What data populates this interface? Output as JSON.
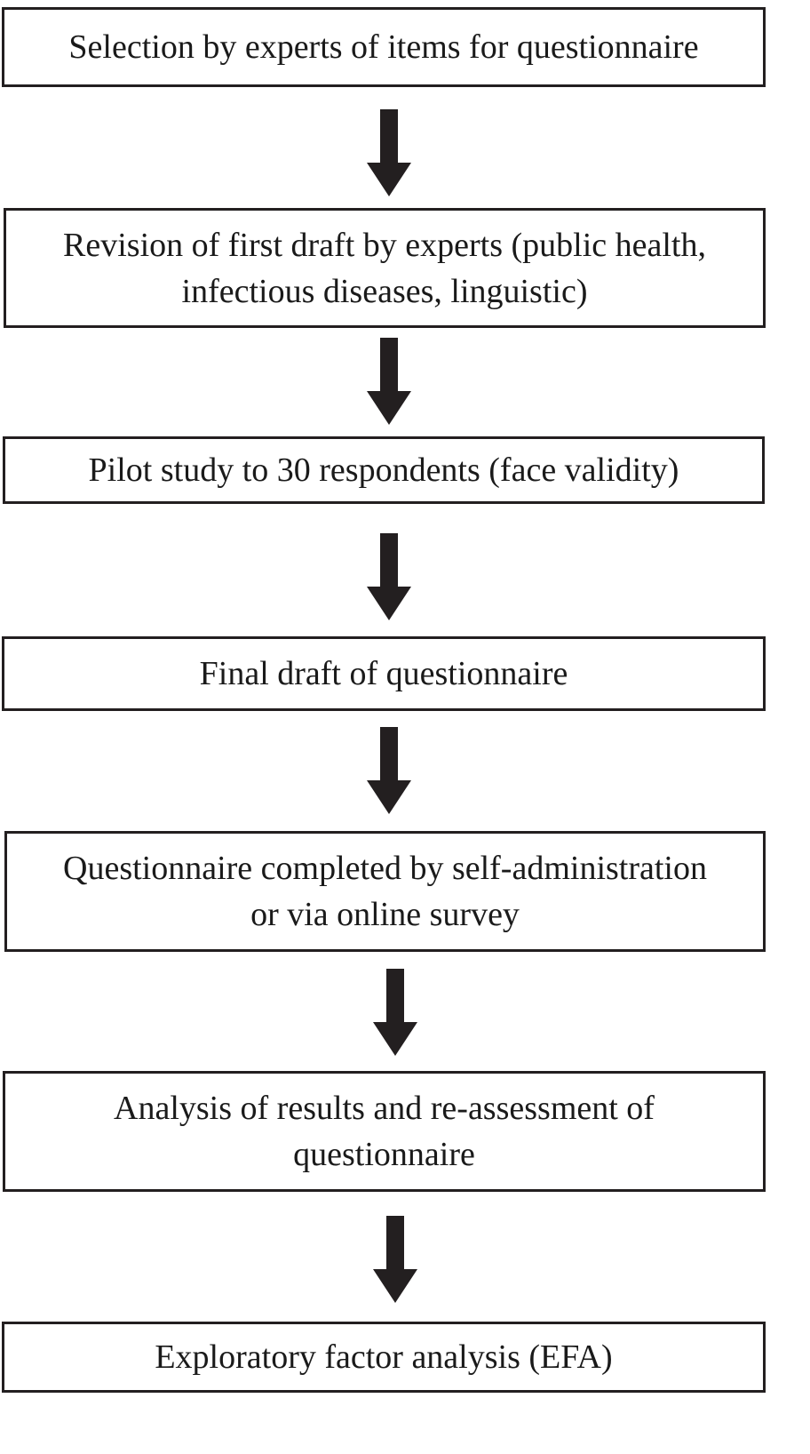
{
  "diagram": {
    "steps": [
      {
        "lines": [
          "Selection by experts of items for questionnaire"
        ]
      },
      {
        "lines": [
          "Revision of first draft by experts (public health,",
          "infectious diseases, linguistic)"
        ]
      },
      {
        "lines": [
          "Pilot study to 30 respondents (face validity)"
        ]
      },
      {
        "lines": [
          "Final draft of questionnaire"
        ]
      },
      {
        "lines": [
          "Questionnaire completed by self-administration",
          "or via online survey"
        ]
      },
      {
        "lines": [
          "Analysis of results and re-assessment of",
          "questionnaire"
        ]
      },
      {
        "lines": [
          "Exploratory factor analysis (EFA)"
        ]
      }
    ],
    "colors": {
      "border": "#231f20",
      "arrow": "#231f20",
      "text": "#1a1a1a"
    }
  }
}
